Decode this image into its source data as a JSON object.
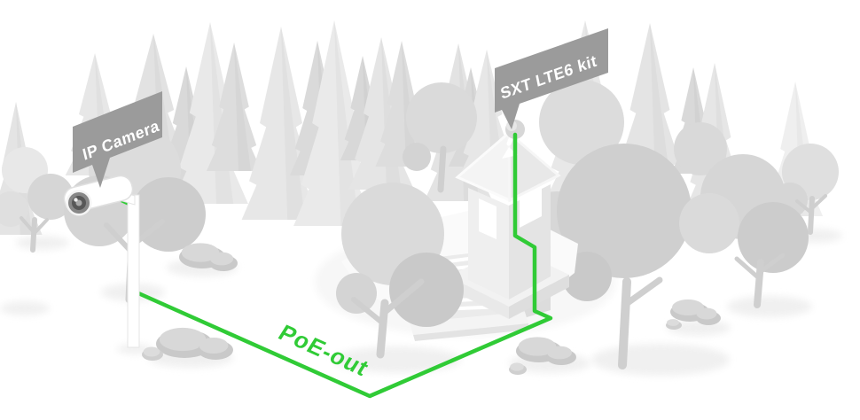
{
  "illustration": {
    "labels": {
      "camera": "IP Camera",
      "device": "SXT LTE6 kit",
      "cable": "PoE-out"
    },
    "colors": {
      "background": "#ffffff",
      "accent_green": "#30cb36",
      "label_bubble": "#9b9b9b",
      "label_text": "#ffffff"
    }
  }
}
